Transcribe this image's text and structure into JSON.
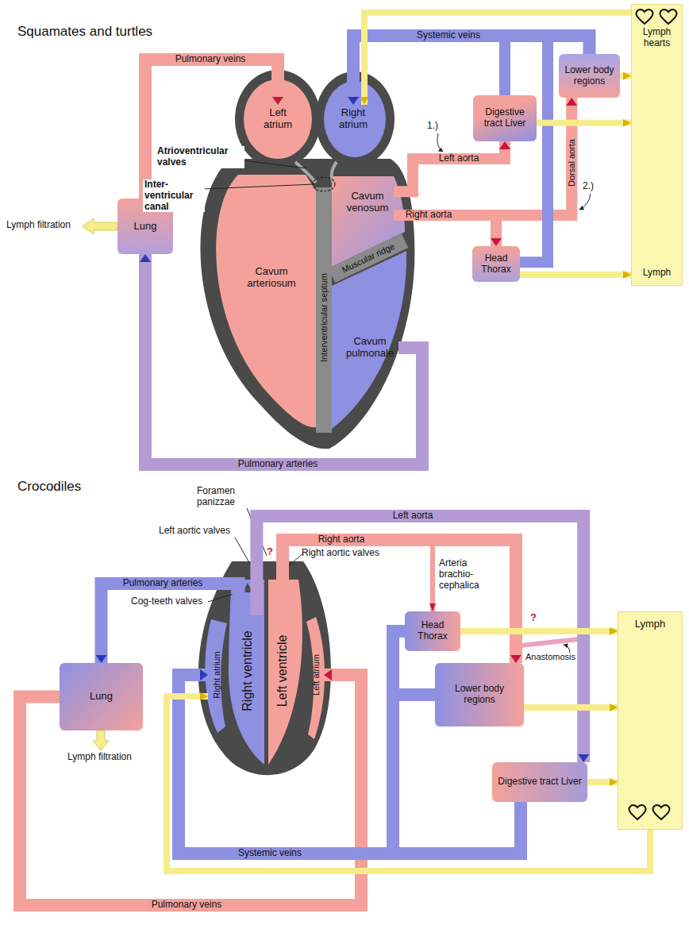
{
  "diagram": {
    "nodes": [
      {
        "text": [
          "Lung"
        ]
      },
      {
        "text": [
          "Left atrium"
        ]
      },
      {
        "text": [
          "Right atrium"
        ]
      },
      {
        "text": [
          "Cavum arteriosum"
        ]
      },
      {
        "text": [
          "Cavum venosum"
        ]
      },
      {
        "text": [
          "Cavum pulmonale"
        ]
      },
      {
        "text": [
          "Lower body regions"
        ]
      },
      {
        "text": [
          "Digestive tract Liver"
        ]
      },
      {
        "text": [
          "Head Thorax"
        ]
      },
      {
        "text": [
          "Lymph hearts",
          "Lymph"
        ]
      },
      {
        "text": [
          "Lung"
        ]
      },
      {
        "text": [
          "Right atrium"
        ]
      },
      {
        "text": [
          "Right ventricle"
        ]
      },
      {
        "text": [
          "Left ventricle"
        ]
      },
      {
        "text": [
          "Left atrium"
        ]
      },
      {
        "text": [
          "Head Thorax"
        ]
      },
      {
        "text": [
          "Lower body regions"
        ]
      },
      {
        "text": [
          "Digestive tract Liver"
        ]
      },
      {
        "text": [
          "Lymph"
        ]
      }
    ],
    "edges": [
      {
        "from": 0,
        "to": 1,
        "arrow": "to",
        "label": "Pulmonary veins"
      },
      {
        "from": 5,
        "to": 0,
        "arrow": "to",
        "label": "Pulmonary arteries"
      },
      {
        "from": 4,
        "to": 7,
        "arrow": "to",
        "label": "Left aorta"
      },
      {
        "from": 4,
        "to": 8,
        "arrow": "to",
        "label": "Right aorta"
      },
      {
        "from": 4,
        "to": 6,
        "arrow": "to",
        "label": "Dorsal aorta"
      },
      {
        "from": 6,
        "to": 2,
        "arrow": "to",
        "label": "Systemic veins"
      },
      {
        "from": 7,
        "to": 2,
        "arrow": "to"
      },
      {
        "from": 8,
        "to": 2,
        "arrow": "to"
      },
      {
        "from": 9,
        "to": 2,
        "arrow": "to"
      },
      {
        "from": 6,
        "to": 9,
        "arrow": "to"
      },
      {
        "from": 7,
        "to": 9,
        "arrow": "to"
      },
      {
        "from": 8,
        "to": 9,
        "arrow": "to"
      },
      {
        "from": 12,
        "to": 10,
        "arrow": "to",
        "label": "Pulmonary arteries"
      },
      {
        "from": 10,
        "to": 14,
        "arrow": "to",
        "label": "Pulmonary veins"
      },
      {
        "from": 12,
        "to": 17,
        "arrow": "to",
        "label": "Left aorta"
      },
      {
        "from": 13,
        "to": 16,
        "arrow": "to",
        "label": "Right aorta"
      },
      {
        "from": 13,
        "to": 15,
        "arrow": "to"
      },
      {
        "from": 17,
        "to": 11,
        "arrow": "to",
        "label": "Systemic veins"
      },
      {
        "from": 15,
        "to": 11,
        "arrow": "to"
      },
      {
        "from": 16,
        "to": 11,
        "arrow": "to"
      },
      {
        "from": 15,
        "to": 18,
        "arrow": "to"
      },
      {
        "from": 16,
        "to": 18,
        "arrow": "to"
      },
      {
        "from": 17,
        "to": 18,
        "arrow": "to"
      },
      {
        "from": 18,
        "to": 11,
        "arrow": "to"
      }
    ],
    "labels": [
      "Squamates and turtles",
      "Lymph filtration",
      "Atrioventricular valves",
      "Inter- ventricular canal",
      "Interventricular septum",
      "Muscular ridge",
      "1.)",
      "2.)",
      "Crocodiles",
      "Foramen panizzae",
      "Left aortic valves",
      "Right aortic valves",
      "Cog-teeth valves",
      "Arteria brachio- cephalica",
      "Anastomosis",
      "?",
      "?",
      "Lymph filtration"
    ]
  }
}
